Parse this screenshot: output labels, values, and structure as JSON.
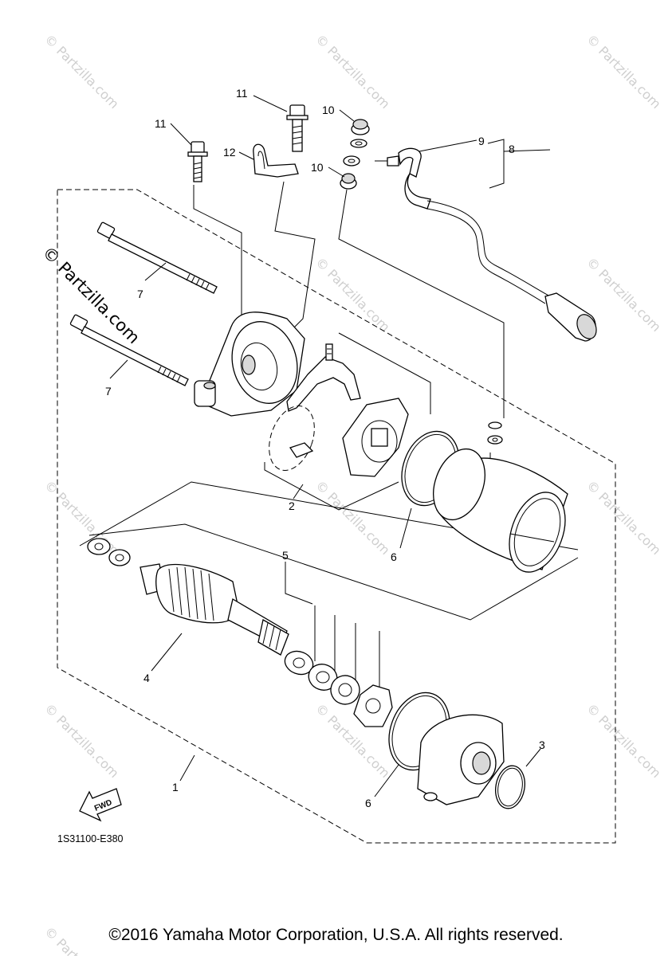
{
  "diagram": {
    "callouts": {
      "c1": "1",
      "c2": "2",
      "c3": "3",
      "c4": "4",
      "c5": "5",
      "c6a": "6",
      "c6b": "6",
      "c7a": "7",
      "c7b": "7",
      "c8": "8",
      "c9": "9",
      "c10a": "10",
      "c10b": "10",
      "c11a": "11",
      "c11b": "11",
      "c12": "12"
    },
    "fwd_label": "FWD",
    "part_number": "1S31100-E380",
    "side_watermark": "© Partzilla.com",
    "watermark_text": "© Partzilla.com"
  },
  "footer": {
    "copyright": "©2016 Yamaha Motor Corporation, U.S.A. All rights reserved."
  }
}
